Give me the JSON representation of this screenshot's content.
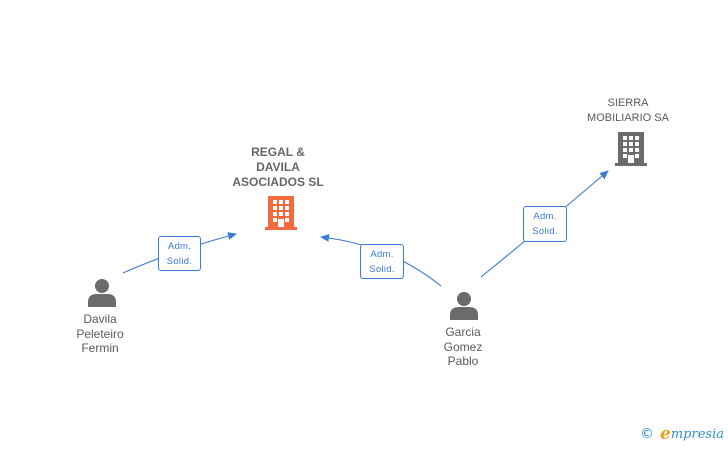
{
  "nodes": {
    "regal": {
      "label": "REGAL &\nDAVILA\nASOCIADOS SL",
      "kind": "company-main"
    },
    "sierra": {
      "label": "SIERRA\nMOBILIARIO SA",
      "kind": "company"
    },
    "davila": {
      "label": "Davila\nPeleteiro\nFermin",
      "kind": "person"
    },
    "garcia": {
      "label": "Garcia\nGomez\nPablo",
      "kind": "person"
    }
  },
  "edges": [
    {
      "from": "davila",
      "to": "regal",
      "label": "Adm.\nSolid."
    },
    {
      "from": "garcia",
      "to": "regal",
      "label": "Adm.\nSolid."
    },
    {
      "from": "garcia",
      "to": "sierra",
      "label": "Adm.\nSolid."
    }
  ],
  "colors": {
    "edge": "#3a7bd5",
    "company_main": "#f26a3d",
    "company": "#6b6b6b",
    "person": "#6b6b6b"
  },
  "footer": {
    "copyright": "©",
    "brand_initial": "e",
    "brand_rest": "mpresia"
  }
}
